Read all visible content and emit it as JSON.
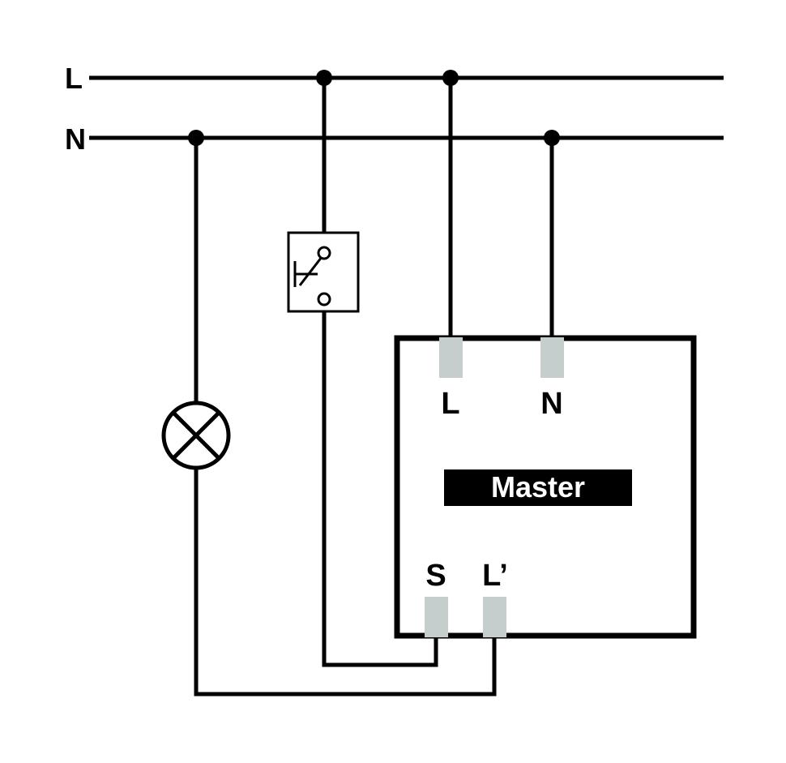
{
  "diagram": {
    "kind": "wiring-diagram",
    "bus": {
      "live_label": "L",
      "neutral_label": "N"
    },
    "master_unit": {
      "name_label": "Master",
      "terminal_top_left_label": "L",
      "terminal_top_right_label": "N",
      "terminal_bottom_left_label": "S",
      "terminal_bottom_right_label": "L’"
    },
    "components": {
      "lamp": "lamp",
      "switch": "push-button-switch"
    },
    "colors": {
      "wire": "#000000",
      "terminal_fill": "#c6cecd",
      "master_label_bg": "#000000",
      "master_label_text": "#ffffff",
      "background": "#ffffff"
    }
  }
}
